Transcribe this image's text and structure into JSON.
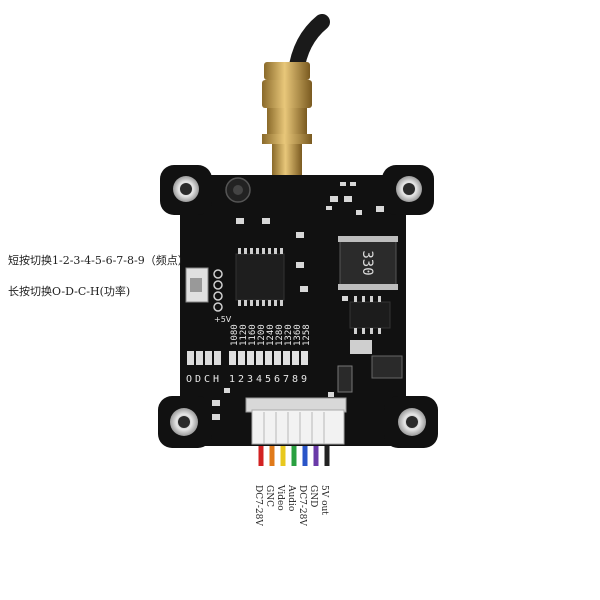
{
  "annotations": {
    "short_press": "短按切换1-2-3-4-5-6-7-8-9（频点）",
    "long_press": "长按切换O-D-C-H(功率)"
  },
  "board": {
    "inductor_marking": "330",
    "voltage_marking": "+5V",
    "power_letters": [
      "O",
      "D",
      "C",
      "H"
    ],
    "channel_digits": [
      "1",
      "2",
      "3",
      "4",
      "5",
      "6",
      "7",
      "8",
      "9"
    ],
    "frequencies": [
      "1080",
      "1120",
      "1160",
      "1200",
      "1240",
      "1280",
      "1320",
      "1360",
      "1258"
    ]
  },
  "pins": [
    "DC7-28V",
    "GNC",
    "Video",
    "Audio",
    "DC7-28V",
    "GND",
    "5V out"
  ],
  "colors": {
    "pcb": "#111111",
    "pad_silver": "#c8c8c8",
    "antenna_gold": "#c9a24a",
    "silkscreen": "#e8e8e8",
    "wire_red": "#d22222",
    "wire_orange": "#e07a1a",
    "wire_yellow": "#e8c81e",
    "wire_green": "#2aa040",
    "wire_blue": "#2a55c8",
    "wire_purple": "#6a3aa8"
  }
}
